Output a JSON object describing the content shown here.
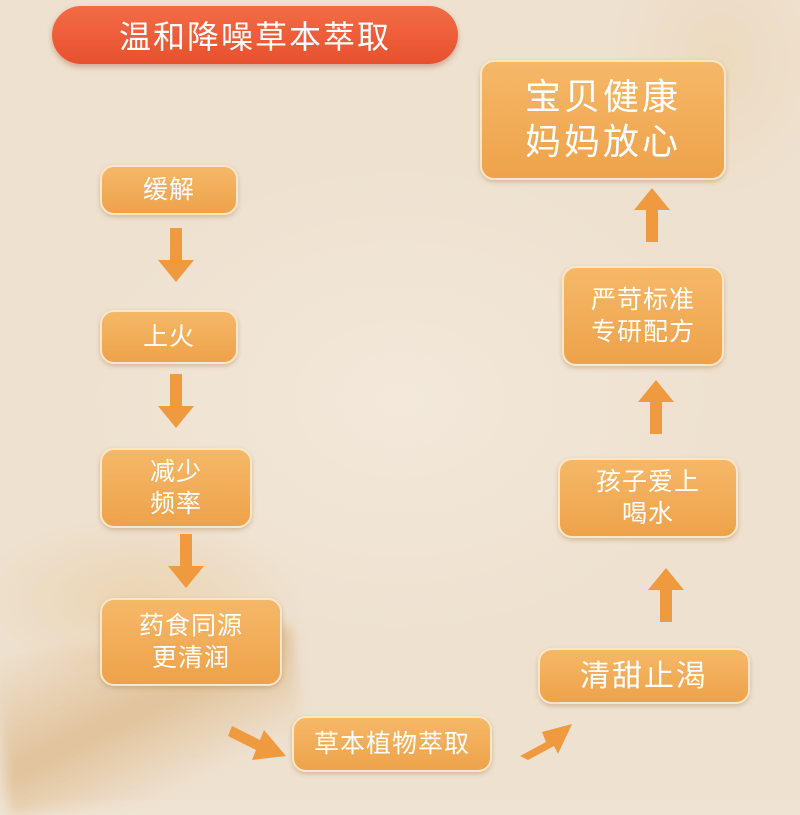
{
  "title": "温和降噪草本萃取",
  "left_steps": [
    {
      "line1": "缓解",
      "line2": ""
    },
    {
      "line1": "上火",
      "line2": ""
    },
    {
      "line1": "减少",
      "line2": "频率"
    },
    {
      "line1": "药食同源",
      "line2": "更清润"
    }
  ],
  "bottom_step": {
    "line1": "草本植物萃取"
  },
  "right_steps": [
    {
      "line1": "清甜止渴",
      "line2": ""
    },
    {
      "line1": "孩子爱上",
      "line2": "喝水"
    },
    {
      "line1": "严苛标准",
      "line2": "专研配方"
    },
    {
      "line1": "宝贝健康",
      "line2": "妈妈放心"
    }
  ],
  "colors": {
    "title_bg": "#e8502e",
    "box_bg": "#eea24a",
    "arrow": "#ef9a3e",
    "background": "#eee1d0"
  },
  "icons": [
    "arrow-down-icon",
    "arrow-up-icon",
    "arrow-diagonal-icon"
  ]
}
